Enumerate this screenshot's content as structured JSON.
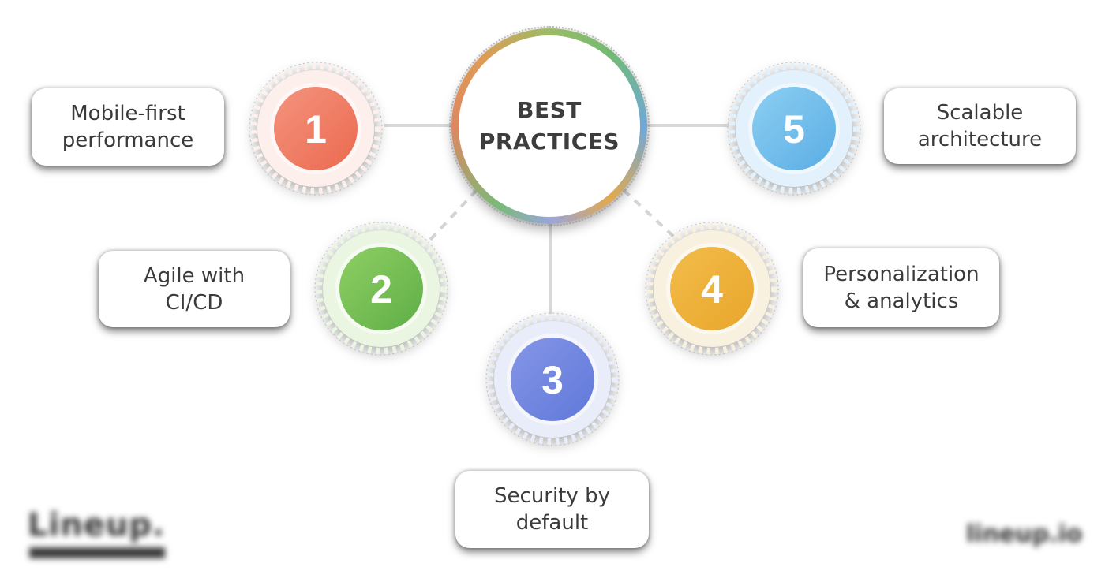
{
  "center": {
    "title_line1": "BEST",
    "title_line2": "PRACTICES",
    "ring_colors": [
      "#9cbb66",
      "#72bb74",
      "#6fa8d8",
      "#e2a94f",
      "#9aa5db",
      "#79bb77",
      "#dd8762",
      "#df9b55",
      "#9cbb66"
    ]
  },
  "items": [
    {
      "number": "1",
      "label_line1": "Mobile-first",
      "label_line2": "performance",
      "circle_color_light": "#f4937e",
      "circle_color_dark": "#eb6a4f",
      "tint": "#fcefec"
    },
    {
      "number": "2",
      "label_line1": "Agile with",
      "label_line2": "CI/CD",
      "circle_color_light": "#8ecf63",
      "circle_color_dark": "#5fae47",
      "tint": "#eaf6e2"
    },
    {
      "number": "3",
      "label_line1": "Security by",
      "label_line2": "default",
      "circle_color_light": "#8596e6",
      "circle_color_dark": "#6078da",
      "tint": "#e8edf9"
    },
    {
      "number": "4",
      "label_line1": "Personalization",
      "label_line2": "& analytics",
      "circle_color_light": "#f2bc49",
      "circle_color_dark": "#e9a62c",
      "tint": "#f9f1df"
    },
    {
      "number": "5",
      "label_line1": "Scalable",
      "label_line2": "architecture",
      "circle_color_light": "#8ccff2",
      "circle_color_dark": "#5bade5",
      "tint": "#e2f1fb"
    }
  ],
  "colors": {
    "text": "#3b3b3b",
    "title_text": "#3d3d3d",
    "number_text": "#ffffff",
    "connector": "#d9d9d9"
  },
  "watermarks": {
    "left": "Lineup.",
    "right": "lineup.io"
  }
}
